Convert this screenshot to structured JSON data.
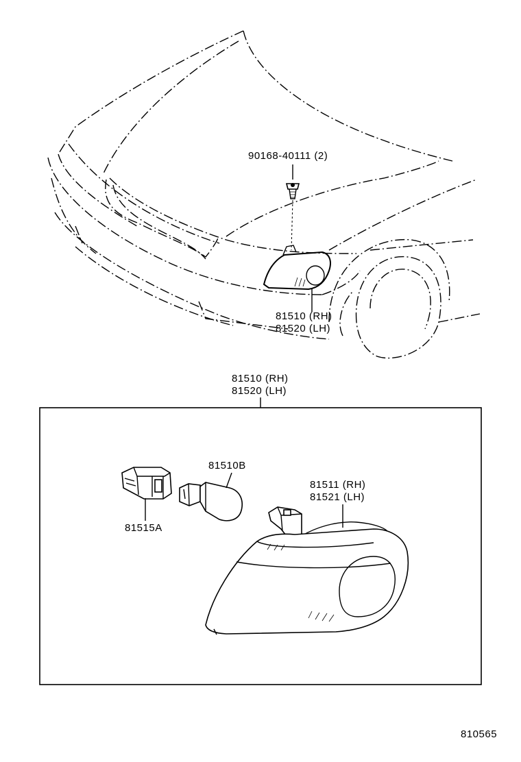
{
  "labels": {
    "screw": "90168-40111 (2)",
    "lamp_rh_top": "81510 (RH)",
    "lamp_lh_top": "81520 (LH)",
    "assy_rh": "81510 (RH)",
    "assy_lh": "81520 (LH)",
    "bulb": "81510B",
    "socket": "81515A",
    "lens_rh": "81511 (RH)",
    "lens_lh": "81521 (LH)",
    "figure_number": "810565"
  }
}
